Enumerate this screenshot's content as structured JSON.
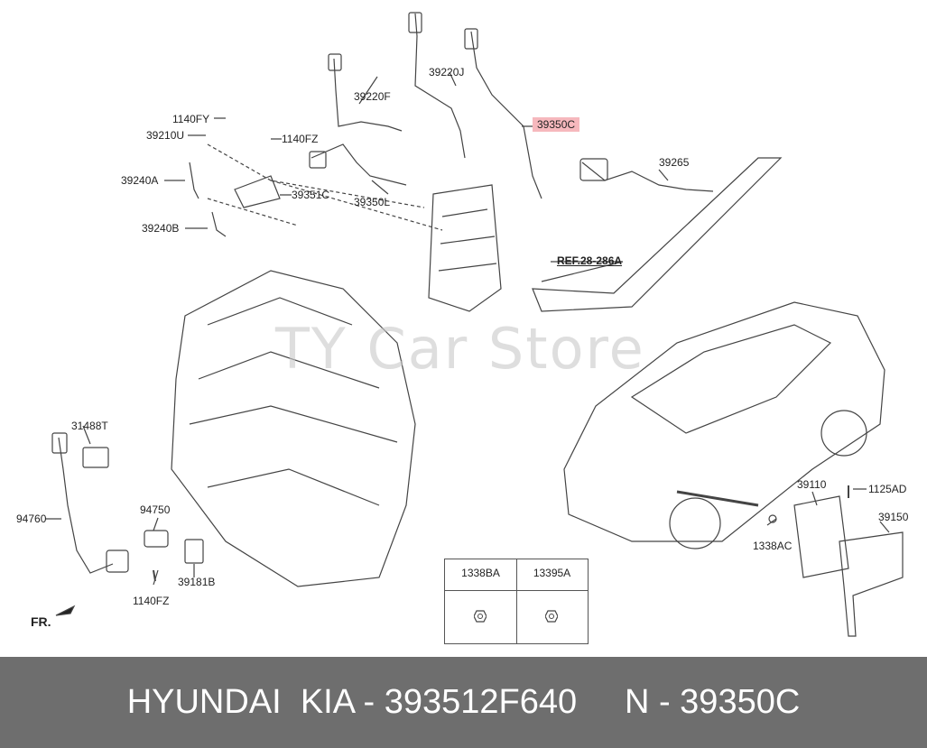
{
  "watermark": "TY Car Store",
  "callouts": {
    "c39220J": "39220J",
    "c39350C": "39350C",
    "c39220F": "39220F",
    "c1140FY": "1140FY",
    "c39210U": "39210U",
    "c1140FZ_top": "1140FZ",
    "c39240A": "39240A",
    "c39351C": "39351C",
    "c39350L": "39350L",
    "c39240B": "39240B",
    "c39265": "39265",
    "ref": "REF.28-286A",
    "c31488T": "31488T",
    "c94760": "94760",
    "c94750": "94750",
    "c39181B": "39181B",
    "c1140FZ_bot": "1140FZ",
    "c39110": "39110",
    "c1125AD": "1125AD",
    "c39150": "39150",
    "c1338AC": "1338AC",
    "fr": "FR."
  },
  "table": {
    "col1": "1338BA",
    "col2": "13395A"
  },
  "highlight_color": "#f6b8bd",
  "footer": {
    "text": "HYUNDAI  KIA - 393512F640     N - 39350C"
  }
}
